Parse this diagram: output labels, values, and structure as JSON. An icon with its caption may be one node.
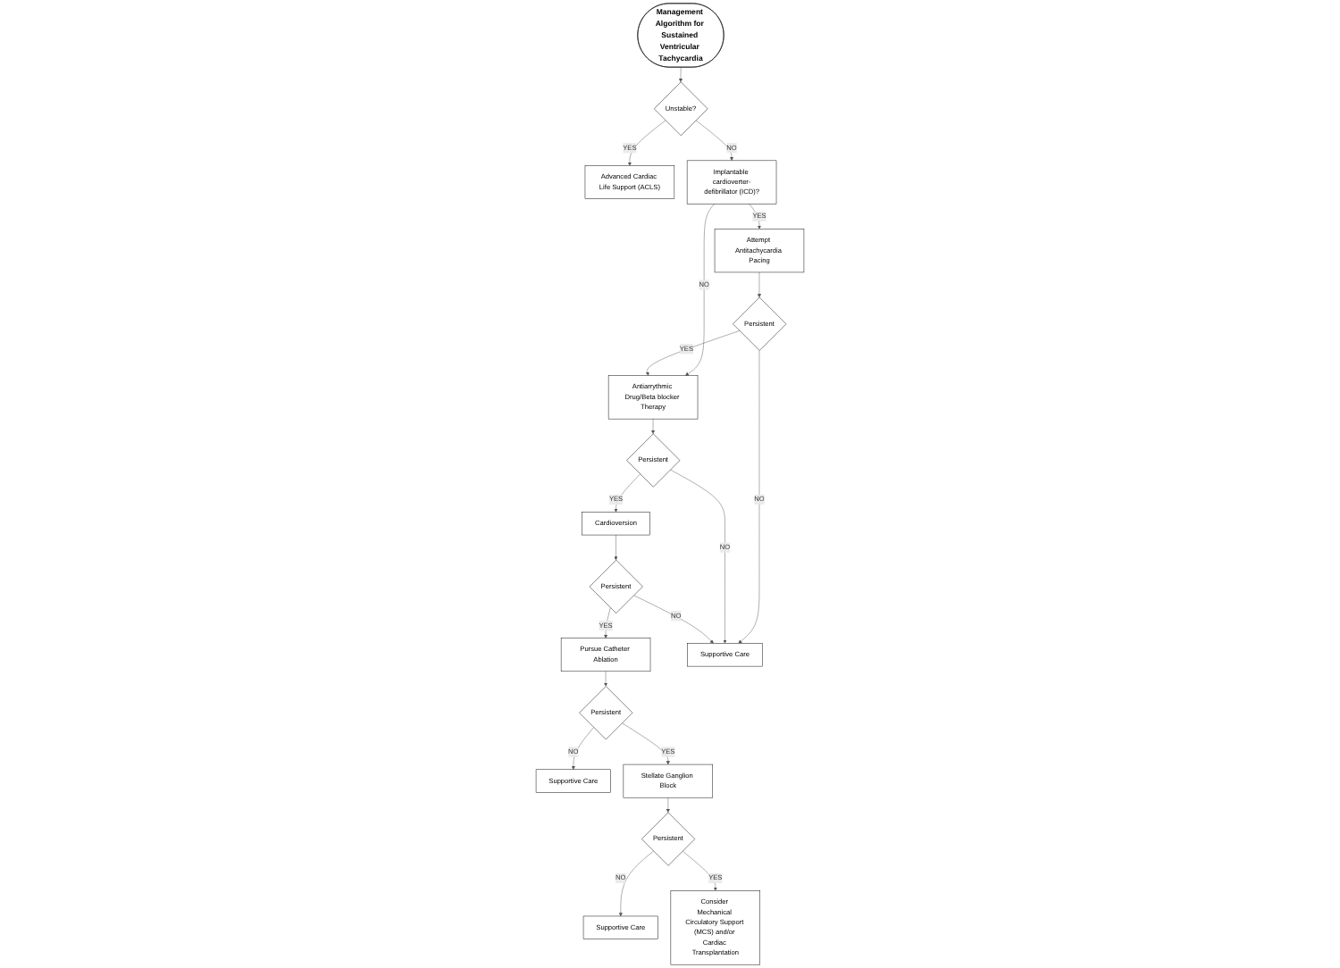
{
  "diagram": {
    "nodes": [
      {
        "text": [
          "Management Algorithm for Sustained Ventricular Tachycardia"
        ]
      },
      {
        "text": [
          "Advanced Cardiac Life Support (ACLS)"
        ]
      },
      {
        "text": [
          "Unstable?"
        ]
      },
      {
        "text": [
          "Pursue Catheter Ablation"
        ]
      },
      {
        "text": [
          "Attempt Antitachycardia Pacing"
        ]
      },
      {
        "text": [
          "Implantable cardioverter-defibrillator (ICD)?"
        ]
      },
      {
        "text": [
          "Persistent"
        ]
      },
      {
        "text": [
          "Supportive Care"
        ]
      },
      {
        "text": [
          "Stellate Ganglion Block"
        ]
      },
      {
        "text": [
          "Persistent"
        ]
      },
      {
        "text": [
          "Antiarrythmic Drug/Beta blocker Therapy"
        ]
      },
      {
        "text": [
          "Persistent"
        ]
      },
      {
        "text": [
          "Supportive Care"
        ]
      },
      {
        "text": [
          "Persistent"
        ]
      },
      {
        "text": [
          "Cardioversion"
        ]
      },
      {
        "text": [
          "Consider Mechanical Circulatory Support (MCS) and/or Cardiac Transplantation"
        ]
      },
      {
        "text": [
          "Supportive Care"
        ]
      },
      {
        "text": [
          "Persistent"
        ]
      }
    ],
    "edges": [
      {
        "from": 0,
        "to": 2,
        "arrow": "to"
      },
      {
        "from": 2,
        "to": 1,
        "arrow": "to",
        "label": "YES"
      },
      {
        "from": 2,
        "to": 5,
        "arrow": "to",
        "label": "NO"
      },
      {
        "from": 5,
        "to": 4,
        "arrow": "to",
        "label": "YES"
      },
      {
        "from": 5,
        "to": 10,
        "arrow": "to",
        "label": "NO"
      },
      {
        "from": 4,
        "to": 9,
        "arrow": "to"
      },
      {
        "from": 9,
        "to": 10,
        "arrow": "to",
        "label": "YES"
      },
      {
        "from": 9,
        "to": 16,
        "arrow": "to",
        "label": "NO"
      },
      {
        "from": 10,
        "to": 13,
        "arrow": "to"
      },
      {
        "from": 13,
        "to": 14,
        "arrow": "to",
        "label": "YES"
      },
      {
        "from": 13,
        "to": 16,
        "arrow": "to",
        "label": "NO"
      },
      {
        "from": 14,
        "to": 17,
        "arrow": "to"
      },
      {
        "from": 17,
        "to": 16,
        "arrow": "to",
        "label": "NO"
      },
      {
        "from": 17,
        "to": 3,
        "arrow": "to",
        "label": "YES"
      },
      {
        "from": 3,
        "to": 6,
        "arrow": "to"
      },
      {
        "from": 6,
        "to": 7,
        "arrow": "to",
        "label": "NO"
      },
      {
        "from": 6,
        "to": 8,
        "arrow": "to",
        "label": "YES"
      },
      {
        "from": 8,
        "to": 11,
        "arrow": "to"
      },
      {
        "from": 11,
        "to": 12,
        "arrow": "to",
        "label": "NO"
      },
      {
        "from": 11,
        "to": 15,
        "arrow": "to",
        "label": "YES"
      }
    ]
  }
}
